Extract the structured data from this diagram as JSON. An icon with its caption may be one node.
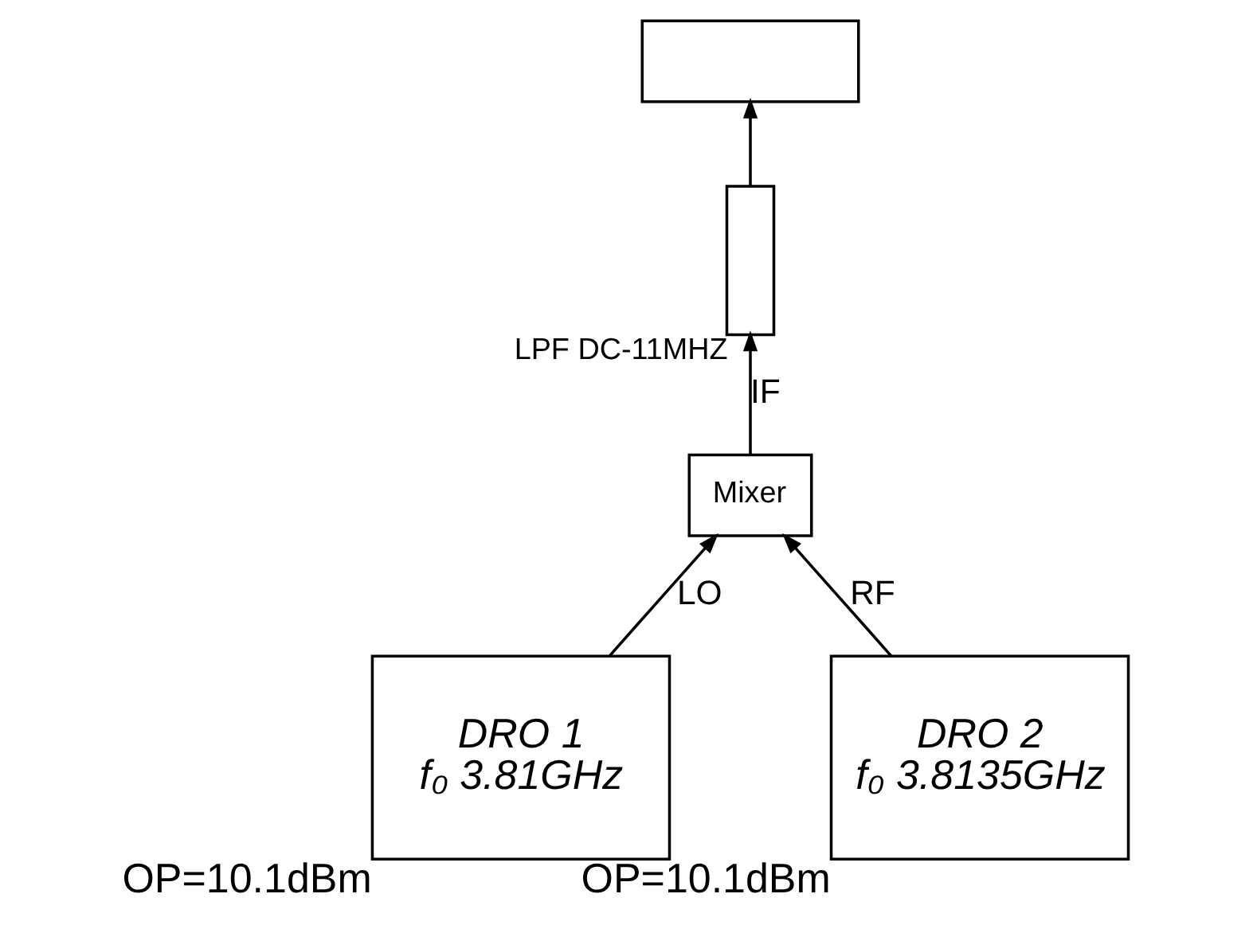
{
  "diagram": {
    "nodes": [
      {
        "text": [],
        "shape": "box"
      },
      {
        "text": [],
        "shape": "box",
        "beside": [
          "LPF DC-11MHZ"
        ]
      },
      {
        "text": [
          "Mixer"
        ]
      },
      {
        "text": [
          "DRO 1",
          "f₀ 3.81GHz"
        ],
        "beside": [
          "OP=10.1dBm"
        ]
      },
      {
        "text": [
          "DRO 2",
          "f₀ 3.8135GHz"
        ],
        "beside": [
          "OP=10.1dBm"
        ]
      }
    ],
    "edges": [
      {
        "from": 1,
        "to": 0,
        "arrow": "to"
      },
      {
        "from": 2,
        "to": 1,
        "arrow": "to",
        "label": "IF"
      },
      {
        "from": 3,
        "to": 2,
        "arrow": "to",
        "label": "LO"
      },
      {
        "from": 4,
        "to": 2,
        "arrow": "to",
        "label": "RF"
      }
    ]
  }
}
